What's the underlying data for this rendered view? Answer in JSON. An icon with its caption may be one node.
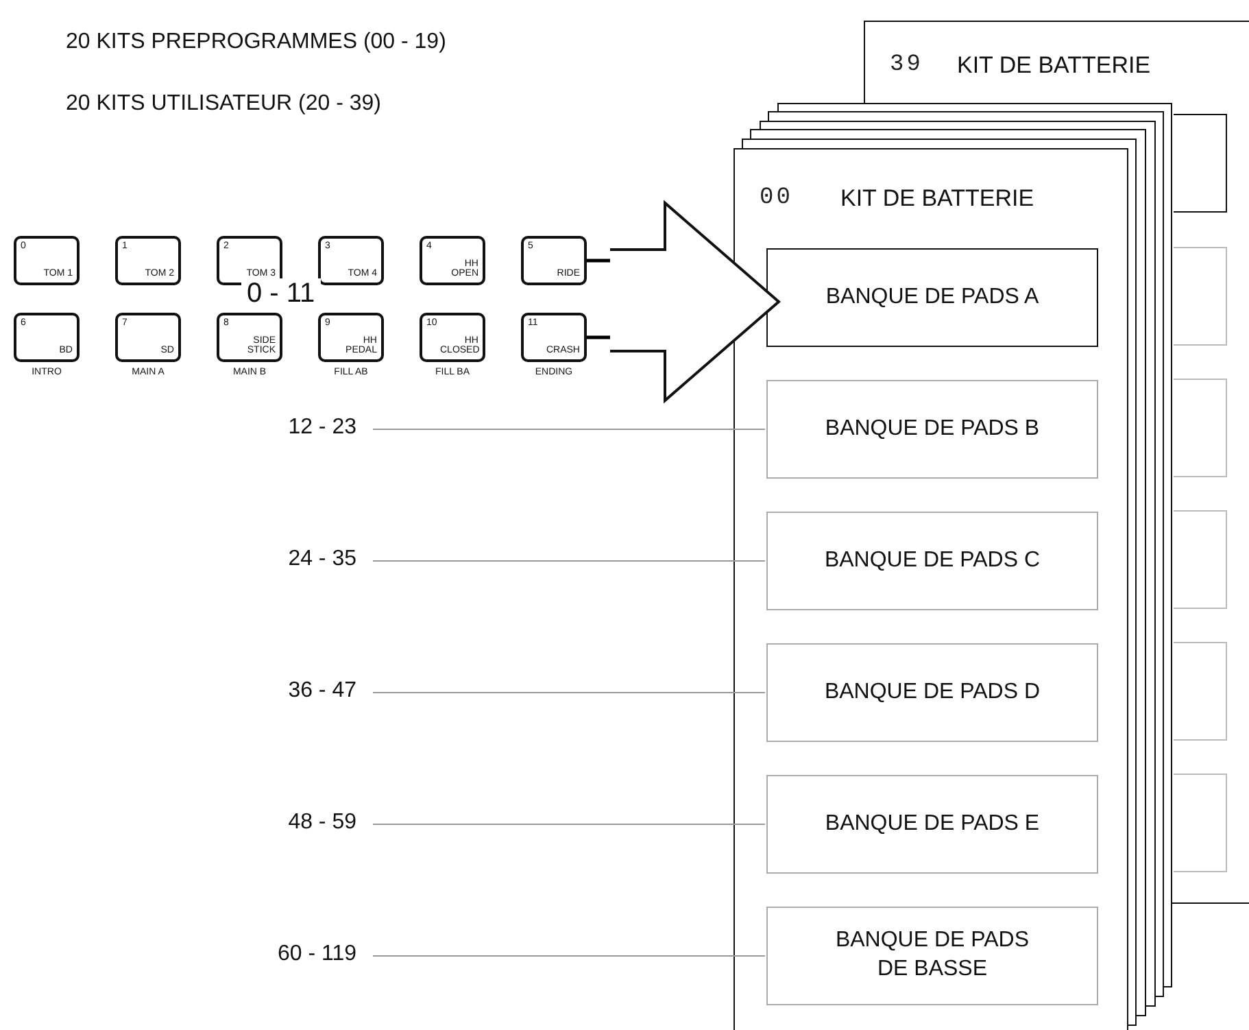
{
  "diagram": {
    "nodes": [
      {
        "text": [
          "39",
          "KIT DE BATTERIE"
        ]
      },
      {
        "text": [],
        "shape": "box"
      },
      {
        "text": [],
        "shape": "box"
      },
      {
        "text": [],
        "shape": "box"
      },
      {
        "text": [],
        "shape": "box"
      },
      {
        "text": [],
        "shape": "box"
      },
      {
        "text": [],
        "shape": "box"
      },
      {
        "text": [
          "00",
          "KIT DE BATTERIE"
        ]
      },
      {
        "text": [
          "BANQUE DE PADS A"
        ],
        "in": 7
      },
      {
        "text": [
          "BANQUE DE PADS B"
        ],
        "in": 7
      },
      {
        "text": [
          "BANQUE DE PADS C"
        ],
        "in": 7
      },
      {
        "text": [
          "BANQUE DE PADS D"
        ],
        "in": 7
      },
      {
        "text": [
          "BANQUE DE PADS E"
        ],
        "in": 7
      },
      {
        "text": [
          "BANQUE DE PADS DE BASSE"
        ],
        "in": 7
      },
      {
        "text": [
          "0",
          "TOM 1"
        ]
      },
      {
        "text": [
          "1",
          "TOM 2"
        ]
      },
      {
        "text": [
          "2",
          "TOM 3"
        ]
      },
      {
        "text": [
          "3",
          "TOM 4"
        ]
      },
      {
        "text": [
          "4",
          "HH OPEN"
        ]
      },
      {
        "text": [
          "5",
          "RIDE"
        ]
      },
      {
        "text": [
          "6",
          "BD"
        ],
        "beside": [
          "INTRO"
        ]
      },
      {
        "text": [
          "7",
          "SD"
        ],
        "beside": [
          "MAIN A"
        ]
      },
      {
        "text": [
          "8",
          "SIDE STICK"
        ],
        "beside": [
          "MAIN B"
        ]
      },
      {
        "text": [
          "9",
          "HH PEDAL"
        ],
        "beside": [
          "FILL AB"
        ]
      },
      {
        "text": [
          "10",
          "HH CLOSED"
        ],
        "beside": [
          "FILL BA"
        ]
      },
      {
        "text": [
          "11",
          "CRASH"
        ],
        "beside": [
          "ENDING"
        ]
      },
      {
        "text": [],
        "shape": "arrow"
      },
      {
        "text": [
          "12 - 23"
        ]
      },
      {
        "text": [
          "24 - 35"
        ]
      },
      {
        "text": [
          "36 - 47"
        ]
      },
      {
        "text": [
          "48 - 59"
        ]
      },
      {
        "text": [
          "60 - 119"
        ]
      }
    ],
    "edges": [
      {
        "from": 27,
        "to": 9,
        "arrow": "none"
      },
      {
        "from": 28,
        "to": 10,
        "arrow": "none"
      },
      {
        "from": 29,
        "to": 11,
        "arrow": "none"
      },
      {
        "from": 30,
        "to": 12,
        "arrow": "none"
      },
      {
        "from": 31,
        "to": 13,
        "arrow": "none"
      },
      {
        "from": 19,
        "to": 26,
        "arrow": "none",
        "style": "thick",
        "color": "#000000"
      },
      {
        "from": 25,
        "to": 26,
        "arrow": "none",
        "style": "thick",
        "color": "#000000"
      }
    ],
    "labels": [
      "20 KITS PREPROGRAMMES (00 - 19)",
      "20 KITS UTILISATEUR (20 - 39)",
      "0 - 11"
    ]
  }
}
